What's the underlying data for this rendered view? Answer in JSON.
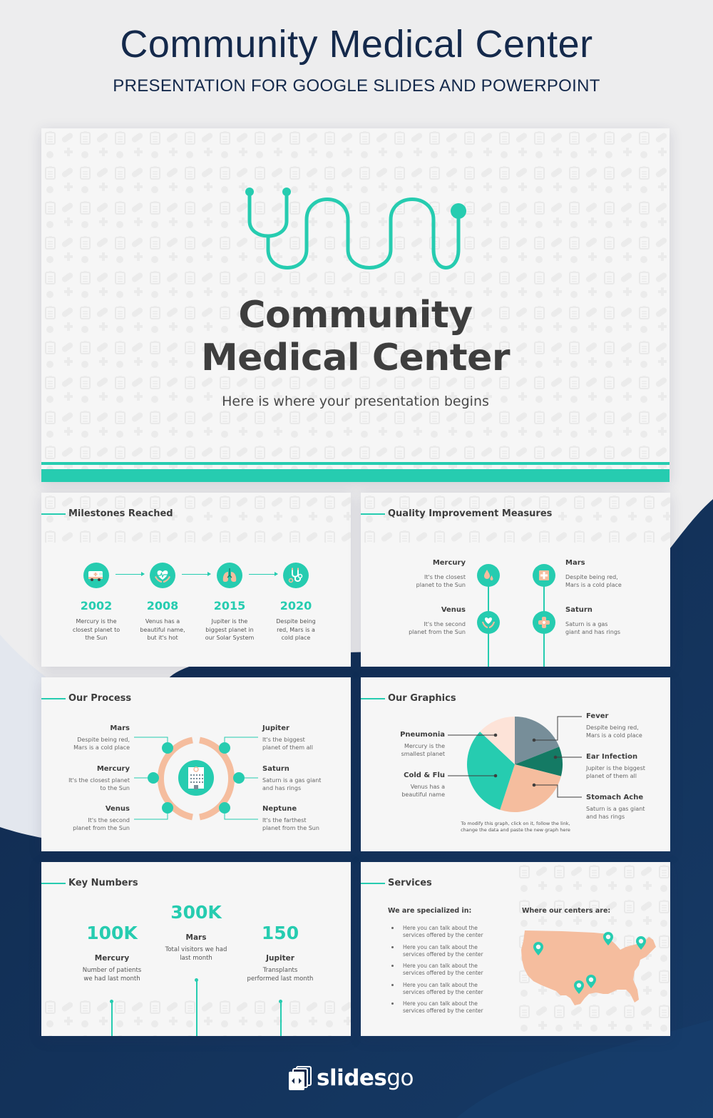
{
  "header": {
    "title": "Community Medical Center",
    "subtitle": "PRESENTATION FOR GOOGLE SLIDES AND POWERPOINT"
  },
  "colors": {
    "accent": "#26ccb0",
    "peach": "#f5bd9e",
    "dark_text": "#3e3e3e",
    "navy": "#12294b",
    "slide_bg": "#f6f6f6"
  },
  "cover": {
    "title_line1": "Community",
    "title_line2": "Medical Center",
    "subtitle": "Here is where your presentation begins",
    "icon": "stethoscope-icon"
  },
  "milestones": {
    "title": "Milestones Reached",
    "items": [
      {
        "year": "2002",
        "icon": "ambulance-icon",
        "desc_line1": "Mercury is the",
        "desc_line2": "closest planet to",
        "desc_line3": "the Sun"
      },
      {
        "year": "2008",
        "icon": "heart-hands-icon",
        "desc_line1": "Venus has a",
        "desc_line2": "beautiful name,",
        "desc_line3": "but it's hot"
      },
      {
        "year": "2015",
        "icon": "lungs-icon",
        "desc_line1": "Jupiter is the",
        "desc_line2": "biggest planet in",
        "desc_line3": "our Solar System"
      },
      {
        "year": "2020",
        "icon": "stethoscope-icon",
        "desc_line1": "Despite being",
        "desc_line2": "red, Mars is a",
        "desc_line3": "cold place"
      }
    ]
  },
  "quality": {
    "title": "Quality Improvement Measures",
    "items": [
      {
        "name": "Mercury",
        "desc_line1": "It's the closest",
        "desc_line2": "planet to the Sun",
        "icon": "blood-drop-icon"
      },
      {
        "name": "Venus",
        "desc_line1": "It's the second",
        "desc_line2": "planet from the Sun",
        "icon": "heart-hands-icon"
      },
      {
        "name": "Mars",
        "desc_line1": "Despite being red,",
        "desc_line2": "Mars is a cold place",
        "icon": "first-aid-icon"
      },
      {
        "name": "Saturn",
        "desc_line1": "Saturn is a gas",
        "desc_line2": "giant and has rings",
        "icon": "bandage-icon"
      }
    ]
  },
  "process": {
    "title": "Our Process",
    "center_icon": "hospital-icon",
    "left": [
      {
        "name": "Mars",
        "desc_line1": "Despite being red,",
        "desc_line2": "Mars is a cold place"
      },
      {
        "name": "Mercury",
        "desc_line1": "It's the closest planet",
        "desc_line2": "to the Sun"
      },
      {
        "name": "Venus",
        "desc_line1": "It's the second",
        "desc_line2": "planet from the Sun"
      }
    ],
    "right": [
      {
        "name": "Jupiter",
        "desc_line1": "It's the biggest",
        "desc_line2": "planet of them all"
      },
      {
        "name": "Saturn",
        "desc_line1": "Saturn is a gas giant",
        "desc_line2": "and has rings"
      },
      {
        "name": "Neptune",
        "desc_line1": "It's the farthest",
        "desc_line2": "planet from the Sun"
      }
    ]
  },
  "graphics": {
    "title": "Our Graphics",
    "labels": [
      {
        "name": "Pneumonia",
        "desc_line1": "Mercury is the",
        "desc_line2": "smallest planet"
      },
      {
        "name": "Cold & Flu",
        "desc_line1": "Venus has a",
        "desc_line2": "beautiful name"
      },
      {
        "name": "Fever",
        "desc_line1": "Despite being red,",
        "desc_line2": "Mars is a cold place"
      },
      {
        "name": "Ear Infection",
        "desc_line1": "Jupiter is the biggest",
        "desc_line2": "planet of them all"
      },
      {
        "name": "Stomach Ache",
        "desc_line1": "Saturn is a gas giant",
        "desc_line2": "and has rings"
      }
    ],
    "note_line1": "To modify this graph, click on it, follow the link,",
    "note_line2": "change the data and paste the new graph here"
  },
  "chart_data": {
    "type": "pie",
    "title": "Our Graphics",
    "categories": [
      "Fever",
      "Ear Infection",
      "Stomach Ache",
      "Cold & Flu",
      "Pneumonia"
    ],
    "values": [
      19,
      10,
      26,
      32,
      13
    ],
    "colors": [
      "#778e99",
      "#147a64",
      "#f5bd9e",
      "#26ccb0",
      "#fde3d8"
    ],
    "legend_position": "callouts"
  },
  "keynumbers": {
    "title": "Key Numbers",
    "items": [
      {
        "value": "100K",
        "name": "Mercury",
        "desc_line1": "Number of patients",
        "desc_line2": "we had last month"
      },
      {
        "value": "300K",
        "name": "Mars",
        "desc_line1": "Total visitors we had",
        "desc_line2": "last month"
      },
      {
        "value": "150",
        "name": "Jupiter",
        "desc_line1": "Transplants",
        "desc_line2": "performed last month"
      }
    ]
  },
  "services": {
    "title": "Services",
    "left_heading": "We are specialized in:",
    "right_heading": "Where our centers are:",
    "bullets": [
      {
        "line1": "Here you can talk about the",
        "line2": "services offered by the center"
      },
      {
        "line1": "Here you can talk about the",
        "line2": "services offered by the center"
      },
      {
        "line1": "Here you can talk about the",
        "line2": "services offered by the center"
      },
      {
        "line1": "Here you can talk about the",
        "line2": "services offered by the center"
      },
      {
        "line1": "Here you can talk about the",
        "line2": "services offered by the center"
      }
    ],
    "map_icon": "usa-map-icon",
    "pin_icon": "location-pin-icon"
  },
  "footer": {
    "brand_bold": "slides",
    "brand_light": "go"
  }
}
